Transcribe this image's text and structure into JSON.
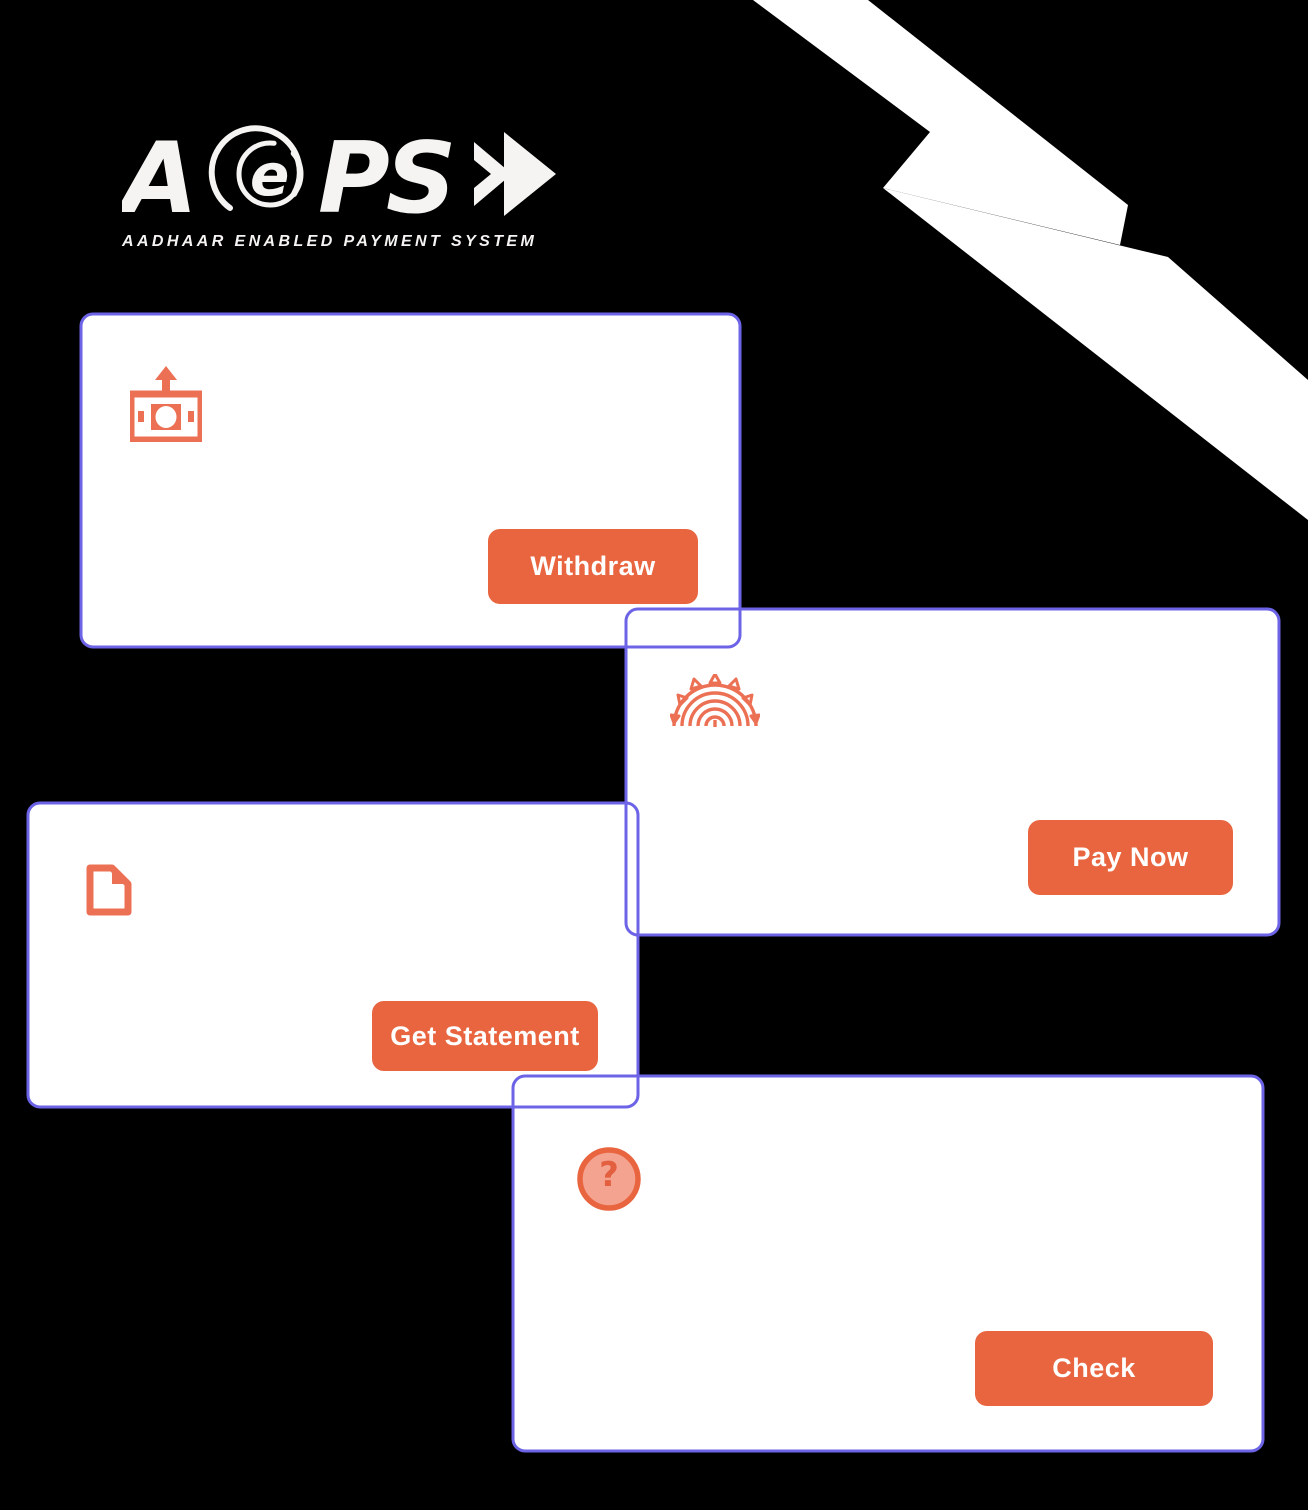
{
  "page": {
    "background_color": "#000000"
  },
  "colors": {
    "accent_orange": "#E8653F",
    "icon_orange": "#EC7053",
    "icon_orange_light": "#F4A391",
    "card_border_purple": "#6C63E6",
    "card_background": "#FFFFFF",
    "ribbon_white": "#FFFFFF",
    "logo_white": "#F5F4F2"
  },
  "logo": {
    "part_a": "A",
    "part_e": "e",
    "part_ps": "PS",
    "tagline": "AADHAAR ENABLED PAYMENT SYSTEM"
  },
  "icons": {
    "question_glyph": "?"
  },
  "cards": [
    {
      "id": "withdraw",
      "icon": "cash-withdraw-icon",
      "button_label": "Withdraw"
    },
    {
      "id": "pay-now",
      "icon": "aadhaar-sun-icon",
      "button_label": "Pay Now"
    },
    {
      "id": "get-statement",
      "icon": "document-icon",
      "button_label": "Get Statement"
    },
    {
      "id": "check",
      "icon": "question-icon",
      "button_label": "Check"
    }
  ]
}
